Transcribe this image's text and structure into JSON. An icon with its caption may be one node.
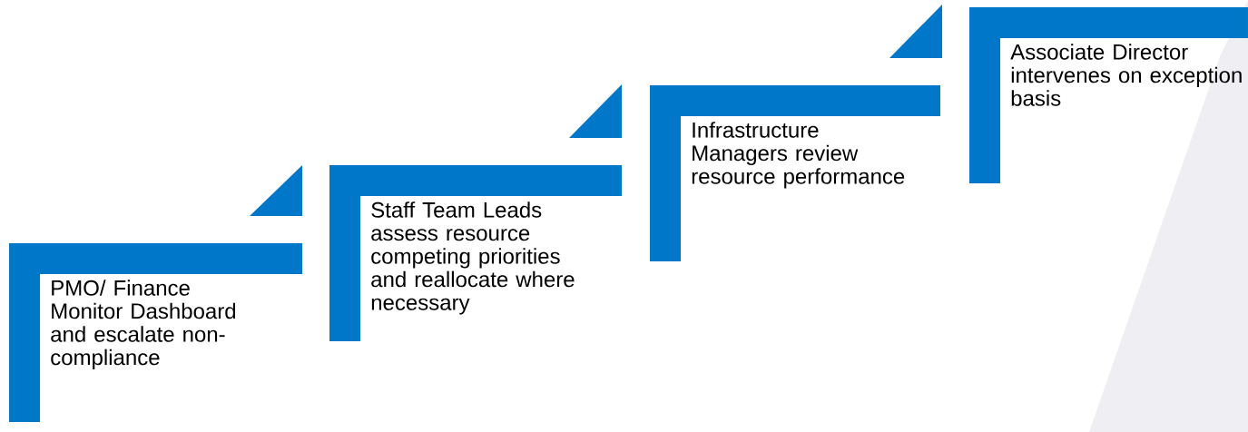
{
  "diagram": {
    "nodes": [
      {
        "text": [
          "PMO/ Finance Monitor Dashboard and escalate non-compliance"
        ]
      },
      {
        "text": [
          "Staff Team Leads assess resource competing priorities and reallocate where necessary"
        ]
      },
      {
        "text": [
          "Infrastructure Managers review resource performance"
        ]
      },
      {
        "text": [
          "Associate Director intervenes on exception basis"
        ]
      }
    ]
  }
}
